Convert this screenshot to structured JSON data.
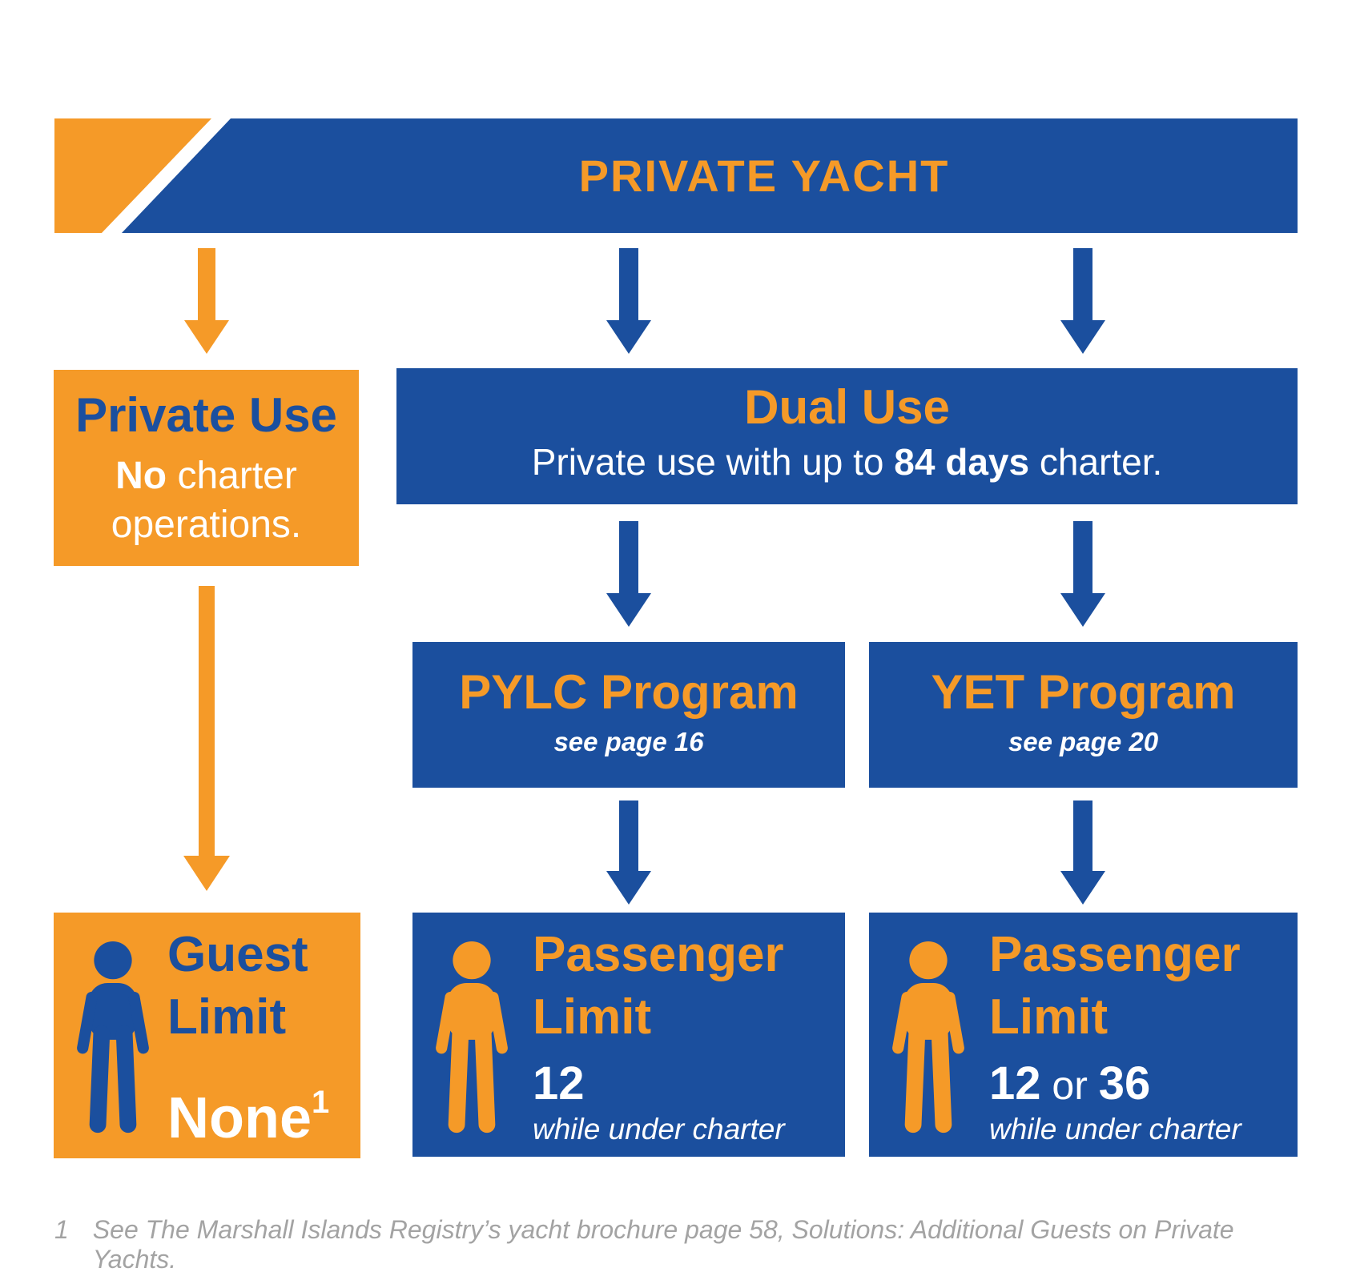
{
  "colors": {
    "orange": "#F59A28",
    "blue": "#1B4F9E",
    "white": "#FFFFFF",
    "footnote_gray": "#A3A3A3"
  },
  "banner": {
    "title": "PRIVATE YACHT"
  },
  "nodes": {
    "private_use": {
      "title": "Private Use",
      "body_bold": "No",
      "body_rest": " charter operations."
    },
    "dual_use": {
      "title": "Dual Use",
      "body_pre": "Private use with up to ",
      "body_bold": "84 days",
      "body_post": " charter."
    },
    "pylc": {
      "title": "PYLC Program",
      "subtitle": "see page 16"
    },
    "yet": {
      "title": "YET Program",
      "subtitle": "see page 20"
    },
    "guest_limit": {
      "title_line1": "Guest",
      "title_line2": "Limit",
      "value": "None",
      "value_sup": "1"
    },
    "pylc_limit": {
      "title_line1": "Passenger",
      "title_line2": "Limit",
      "value": "12",
      "note": "while under charter"
    },
    "yet_limit": {
      "title_line1": "Passenger",
      "title_line2": "Limit",
      "value_a": "12",
      "value_or": " or ",
      "value_b": "36",
      "note": "while under charter"
    }
  },
  "footnote": {
    "marker": "1",
    "text": "See The Marshall Islands Registry’s yacht brochure page 58, Solutions: Additional Guests on Private Yachts."
  }
}
